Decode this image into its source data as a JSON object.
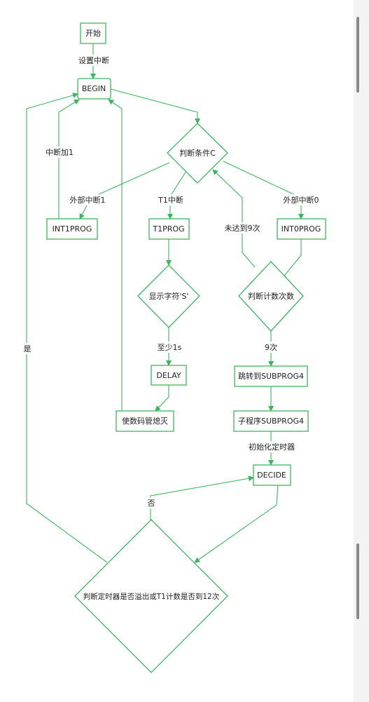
{
  "colors": {
    "stroke": "#3cb55e",
    "text": "#222222"
  },
  "nodes": {
    "start": "开始",
    "begin": "BEGIN",
    "judge_c": "判断条件C",
    "int1prog": "INT1PROG",
    "t1prog": "T1PROG",
    "int0prog": "INT0PROG",
    "show_s": "显示字符'S'",
    "count": "判断计数次数",
    "delay": "DELAY",
    "jump_sub": "跳转到SUBPROG4",
    "sub": "子程序SUBPROG4",
    "off": "使数码管熄灭",
    "decide": "DECIDE",
    "judge_timer": "判断定时器是否溢出或T1计数是否到12次"
  },
  "edge_labels": {
    "set_int": "设置中断",
    "int_add1": "中断加1",
    "ext_int1": "外部中断1",
    "t1_int": "T1中断",
    "ext_int0": "外部中断0",
    "not9": "未达到9次",
    "at_least_1s": "至少1s",
    "nine": "9次",
    "init_timer": "初始化定时器",
    "no": "否",
    "yes": "是"
  }
}
